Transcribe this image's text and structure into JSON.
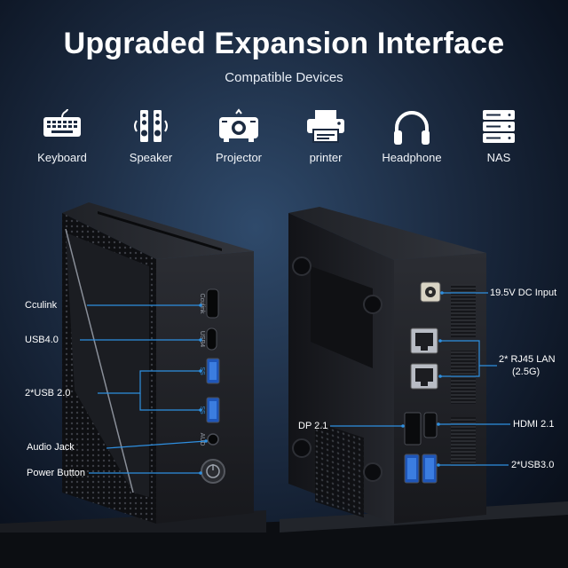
{
  "header": {
    "title": "Upgraded Expansion Interface",
    "subtitle": "Compatible Devices"
  },
  "devices": [
    {
      "label": "Keyboard",
      "icon": "keyboard-icon"
    },
    {
      "label": "Speaker",
      "icon": "speaker-icon"
    },
    {
      "label": "Projector",
      "icon": "projector-icon"
    },
    {
      "label": "printer",
      "icon": "printer-icon"
    },
    {
      "label": "Headphone",
      "icon": "headphone-icon"
    },
    {
      "label": "NAS",
      "icon": "nas-icon"
    }
  ],
  "front_ports": {
    "cculink": "Cculink",
    "usb4": "USB4.0",
    "usb2": "2*USB 2.0",
    "audio": "Audio Jack",
    "power": "Power Button"
  },
  "front_engravings": {
    "cculink": "Cculink",
    "usb4": "USB4",
    "ss1": "SS",
    "ss2": "SS",
    "aud": "AUD"
  },
  "rear_ports": {
    "dc": "19.5V DC Input",
    "lan_line1": "2* RJ45 LAN",
    "lan_line2": "(2.5G)",
    "dp": "DP 2.1",
    "hdmi": "HDMI 2.1",
    "usb3": "2*USB3.0"
  },
  "colors": {
    "accent_line": "#2e8fe0",
    "background": "#1b2a40",
    "case": "#1a1b1f"
  }
}
